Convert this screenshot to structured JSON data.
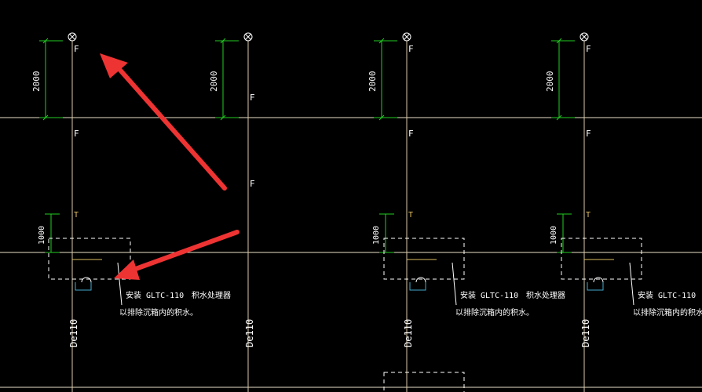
{
  "colors": {
    "background": "#000000",
    "floor_line": "#e8e0c8",
    "pipe": "#d8c8a8",
    "dimension": "#22cc22",
    "text": "#ffffff",
    "dashed": "#ffffff",
    "arrow": "#ee3333",
    "trap": "#44aacc"
  },
  "drawing": {
    "roof_dimension": "2000",
    "sink_dimension": "1000",
    "pipe_label": "De110",
    "note_line1": "安装 GLTC-110",
    "note_line2": "以排除沉箱内的积水。",
    "note_tag": "积水处理器",
    "pipe_mark_f": "F",
    "pipe_mark_t": "T",
    "vent_cap_icon": "vent-cap-icon"
  }
}
